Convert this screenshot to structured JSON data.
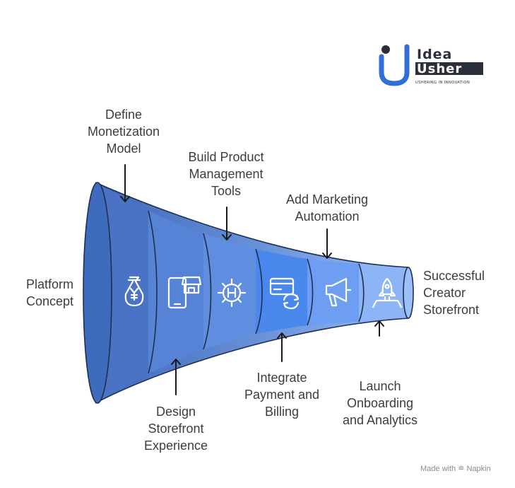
{
  "logo": {
    "word1": "Idea",
    "word2": "Usher",
    "tagline": "USHERING IN INNOVATION"
  },
  "start_label": [
    "Platform",
    "Concept"
  ],
  "end_label": [
    "Successful",
    "Creator",
    "Storefront"
  ],
  "stages": [
    {
      "label": [
        "Define",
        "Monetization",
        "Model"
      ],
      "icon": "money-bag-yen-icon",
      "position": "top"
    },
    {
      "label": [
        "Design",
        "Storefront",
        "Experience"
      ],
      "icon": "mobile-storefront-icon",
      "position": "bottom"
    },
    {
      "label": [
        "Build Product",
        "Management",
        "Tools"
      ],
      "icon": "gear-tools-icon",
      "position": "top"
    },
    {
      "label": [
        "Integrate",
        "Payment and",
        "Billing"
      ],
      "icon": "credit-card-sync-icon",
      "position": "bottom"
    },
    {
      "label": [
        "Add Marketing",
        "Automation"
      ],
      "icon": "megaphone-icon",
      "position": "top"
    },
    {
      "label": [
        "Launch",
        "Onboarding",
        "and Analytics"
      ],
      "icon": "rocket-launch-icon",
      "position": "bottom"
    }
  ],
  "footer": "Made with ≘ Napkin",
  "colors": {
    "funnel_dark": "#3f6bbd",
    "funnel_light": "#8fb6f5",
    "text": "#3d3d3d",
    "logo_blue": "#2f6fd6",
    "logo_dark": "#2b2f3a"
  }
}
